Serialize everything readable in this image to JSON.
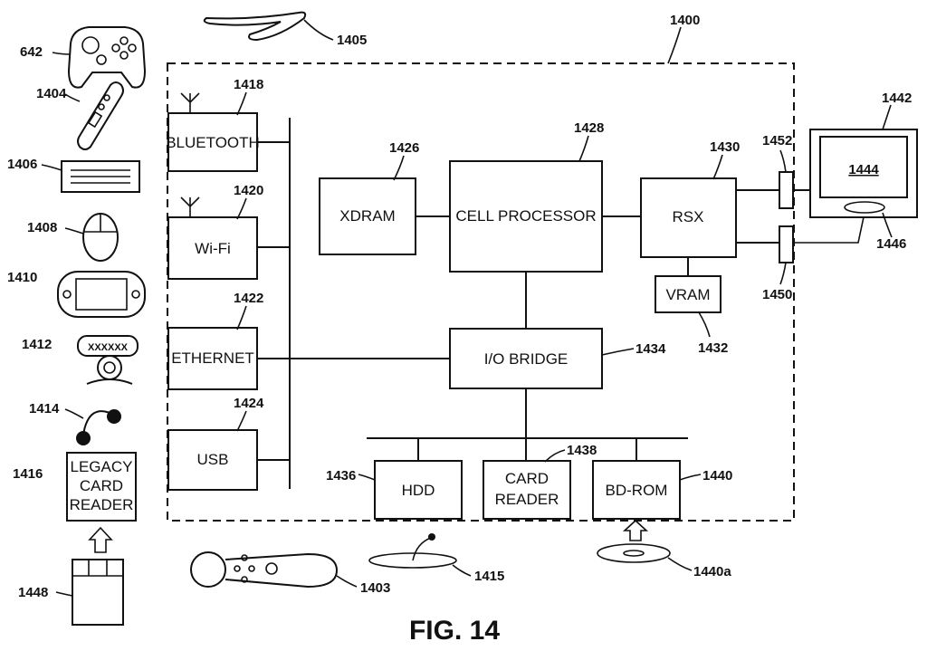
{
  "figure": {
    "caption": "FIG. 14",
    "system_ref": "1400"
  },
  "blocks": {
    "bluetooth": {
      "label": "BLUETOOTH",
      "ref": "1418"
    },
    "wifi": {
      "label": "Wi-Fi",
      "ref": "1420"
    },
    "ethernet": {
      "label": "ETHERNET",
      "ref": "1422"
    },
    "usb": {
      "label": "USB",
      "ref": "1424"
    },
    "xdram": {
      "label": "XDRAM",
      "ref": "1426"
    },
    "cell": {
      "label": "CELL PROCESSOR",
      "ref": "1428"
    },
    "rsx": {
      "label": "RSX",
      "ref": "1430"
    },
    "vram": {
      "label": "VRAM",
      "ref": "1432"
    },
    "io_bridge": {
      "label": "I/O BRIDGE",
      "ref": "1434"
    },
    "hdd": {
      "label": "HDD",
      "ref": "1436"
    },
    "card_reader": {
      "label_line1": "CARD",
      "label_line2": "READER",
      "ref": "1438"
    },
    "bd_rom": {
      "label": "BD-ROM",
      "ref": "1440"
    }
  },
  "peripherals": {
    "controller": "642",
    "remote": "1404",
    "keyboard": "1406",
    "mouse": "1408",
    "portable": "1410",
    "camera": "1412",
    "headset": "1414",
    "legacy_reader": {
      "ref": "1416",
      "line1": "LEGACY",
      "line2": "CARD",
      "line3": "READER"
    },
    "memory_card": "1448",
    "wand": "1403",
    "boomerang": "1405",
    "balance_board": "1415",
    "disc": "1440a",
    "display": "1442",
    "screen": "1444",
    "speaker": "1446",
    "av_port_top": "1452",
    "av_port_bottom": "1450"
  }
}
